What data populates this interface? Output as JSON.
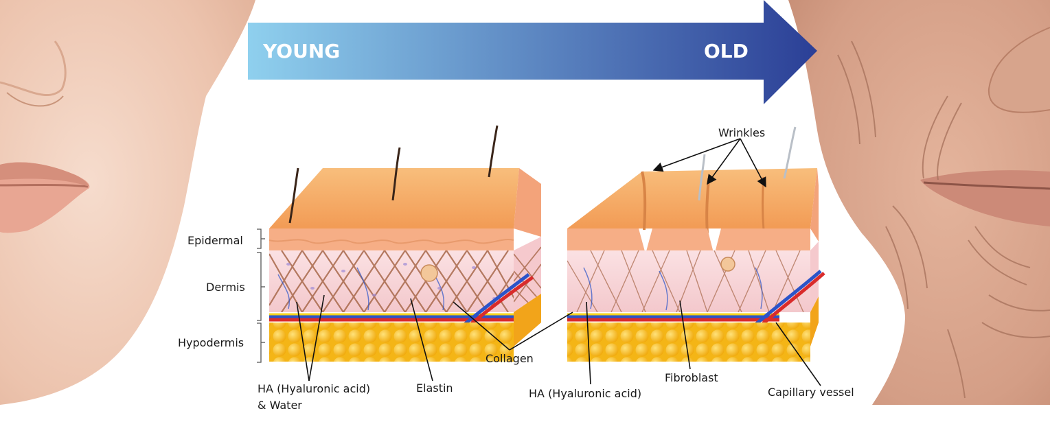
{
  "timeline": {
    "start_label": "YOUNG",
    "end_label": "OLD",
    "gradient_start": "#8fd0ee",
    "gradient_end": "#2b3f96"
  },
  "layer_labels": {
    "epidermal": "Epidermal",
    "dermis": "Dermis",
    "hypodermis": "Hypodermis"
  },
  "callouts": {
    "wrinkles": "Wrinkles",
    "collagen": "Collagen",
    "ha_water_line1": "HA (Hyaluronic acid)",
    "ha_water_line2": "& Water",
    "elastin": "Elastin",
    "ha": "HA (Hyaluronic acid)",
    "fibroblast": "Fibroblast",
    "capillary": "Capillary vessel"
  },
  "colors": {
    "skin_surface": "#f4a862",
    "epidermis": "#f7b48c",
    "dermis": "#f7d3d6",
    "fat": "#f7c21c",
    "collagen": "#a8684a",
    "artery": "#d92b2b",
    "vein": "#2b54c9"
  },
  "icons": {
    "young_face": "young-face-photo",
    "old_face": "old-face-photo"
  }
}
